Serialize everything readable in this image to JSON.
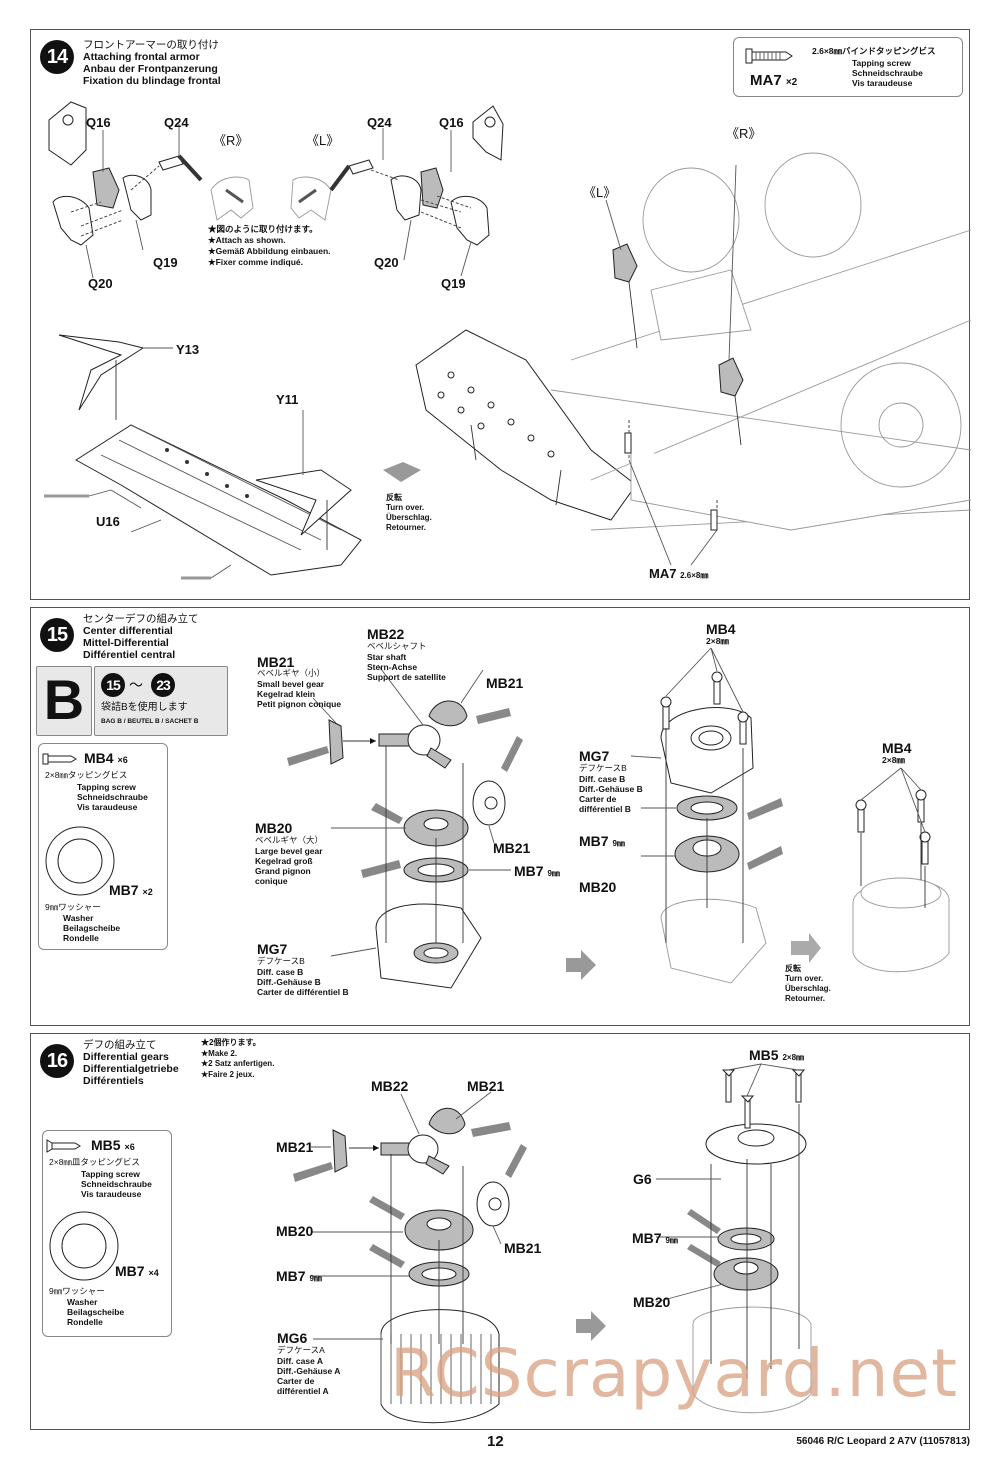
{
  "steps": {
    "s14": {
      "number": "14",
      "title_jp": "フロントアーマーの取り付け",
      "title_en": "Attaching frontal armor",
      "title_de": "Anbau der Frontpanzerung",
      "title_fr": "Fixation du blindage frontal",
      "parts_box": {
        "code": "MA7",
        "qty": "×2",
        "desc_jp": "2.6×8㎜バインドタッピングビス",
        "desc_en": "Tapping screw",
        "desc_de": "Schneidschraube",
        "desc_fr": "Vis taraudeuse"
      },
      "labels": {
        "q16_left": "Q16",
        "q24_left": "Q24",
        "q19_left": "Q19",
        "q20_left": "Q20",
        "q24_right": "Q24",
        "q16_right": "Q16",
        "q20_right": "Q20",
        "q19_right": "Q19",
        "r_mark": "《R》",
        "l_mark": "《L》",
        "l_mark_hull": "《L》",
        "r_mark_hull": "《R》",
        "y13": "Y13",
        "y11": "Y11",
        "u16": "U16",
        "ma7": "MA7",
        "ma7_size": "2.6×8㎜"
      },
      "note": [
        "★図のように取り付けます。",
        "★Attach as shown.",
        "★Gemäß Abbildung einbauen.",
        "★Fixer comme indiqué."
      ],
      "turn_over": [
        "反転",
        "Turn over.",
        "Überschlag.",
        "Retourner."
      ]
    },
    "s15": {
      "number": "15",
      "title_jp": "センターデフの組み立て",
      "title_en": "Center differential",
      "title_de": "Mittel-Differential",
      "title_fr": "Différentiel central",
      "bag": {
        "letter": "B",
        "range_from": "15",
        "range_sep": "〜",
        "range_to": "23",
        "text_jp": "袋詰Bを使用します",
        "text_en": "BAG B / BEUTEL B / SACHET B"
      },
      "parts_box": {
        "screw_code": "MB4",
        "screw_qty": "×6",
        "screw_jp": "2×8㎜タッピングビス",
        "screw_en": "Tapping screw",
        "screw_de": "Schneidschraube",
        "screw_fr": "Vis taraudeuse",
        "washer_code": "MB7",
        "washer_qty": "×2",
        "washer_jp": "9㎜ワッシャー",
        "washer_en": "Washer",
        "washer_de": "Beilagscheibe",
        "washer_fr": "Rondelle"
      },
      "labels": {
        "mb21_a": "MB21",
        "mb21_a_jp": "ベベルギヤ（小）",
        "mb21_a_en": "Small bevel gear",
        "mb21_a_de": "Kegelrad klein",
        "mb21_a_fr": "Petit pignon conique",
        "mb22": "MB22",
        "mb22_jp": "ベベルシャフト",
        "mb22_en": "Star shaft",
        "mb22_de": "Stern-Achse",
        "mb22_fr": "Support de satellite",
        "mb21_b": "MB21",
        "mb21_c": "MB21",
        "mb20": "MB20",
        "mb20_jp": "ベベルギヤ（大）",
        "mb20_en": "Large bevel gear",
        "mb20_de": "Kegelrad groß",
        "mb20_fr1": "Grand pignon",
        "mb20_fr2": "conique",
        "mb7": "MB7",
        "mb7_size": "9㎜",
        "mg7": "MG7",
        "mg7_jp": "デフケースB",
        "mg7_en": "Diff. case B",
        "mg7_de": "Diff.-Gehäuse B",
        "mg7_fr": "Carter de différentiel B",
        "mb4_mid": "MB4",
        "mb4_mid_size": "2×8㎜",
        "mg7_mid": "MG7",
        "mg7_mid_jp": "デフケースB",
        "mg7_mid_en": "Diff. case B",
        "mg7_mid_de": "Diff.-Gehäuse B",
        "mg7_mid_fr1": "Carter de",
        "mg7_mid_fr2": "différentiel B",
        "mb7_mid": "MB7",
        "mb7_mid_size": "9㎜",
        "mb20_mid": "MB20",
        "mb4_right": "MB4",
        "mb4_right_size": "2×8㎜"
      },
      "turn_over": [
        "反転",
        "Turn over.",
        "Überschlag.",
        "Retourner."
      ]
    },
    "s16": {
      "number": "16",
      "title_jp": "デフの組み立て",
      "title_en": "Differential gears",
      "title_de": "Differentialgetriebe",
      "title_fr": "Différentiels",
      "note": [
        "★2個作ります。",
        "★Make 2.",
        "★2 Satz anfertigen.",
        "★Faire 2 jeux."
      ],
      "parts_box": {
        "screw_code": "MB5",
        "screw_qty": "×6",
        "screw_jp": "2×8㎜皿タッピングビス",
        "screw_en": "Tapping screw",
        "screw_de": "Schneidschraube",
        "screw_fr": "Vis taraudeuse",
        "washer_code": "MB7",
        "washer_qty": "×4",
        "washer_jp": "9㎜ワッシャー",
        "washer_en": "Washer",
        "washer_de": "Beilagscheibe",
        "washer_fr": "Rondelle"
      },
      "labels": {
        "mb22": "MB22",
        "mb21_top": "MB21",
        "mb21_left": "MB21",
        "mb21_right": "MB21",
        "mb20": "MB20",
        "mb7": "MB7",
        "mb7_size": "9㎜",
        "mg6": "MG6",
        "mg6_jp": "デフケースA",
        "mg6_en": "Diff. case A",
        "mg6_de": "Diff.-Gehäuse A",
        "mg6_fr1": "Carter de",
        "mg6_fr2": "différentiel A",
        "mb5": "MB5",
        "mb5_size": "2×8㎜",
        "g6": "G6",
        "mb7_r": "MB7",
        "mb7_r_size": "9㎜",
        "mb20_r": "MB20"
      }
    }
  },
  "footer": {
    "page_number": "12",
    "product_code": "56046 R/C Leopard 2 A7V (11057813)"
  },
  "watermark": "RCScrapyard.net",
  "colors": {
    "ink": "#111111",
    "grease": "#888888",
    "watermark": "#d9a080"
  }
}
